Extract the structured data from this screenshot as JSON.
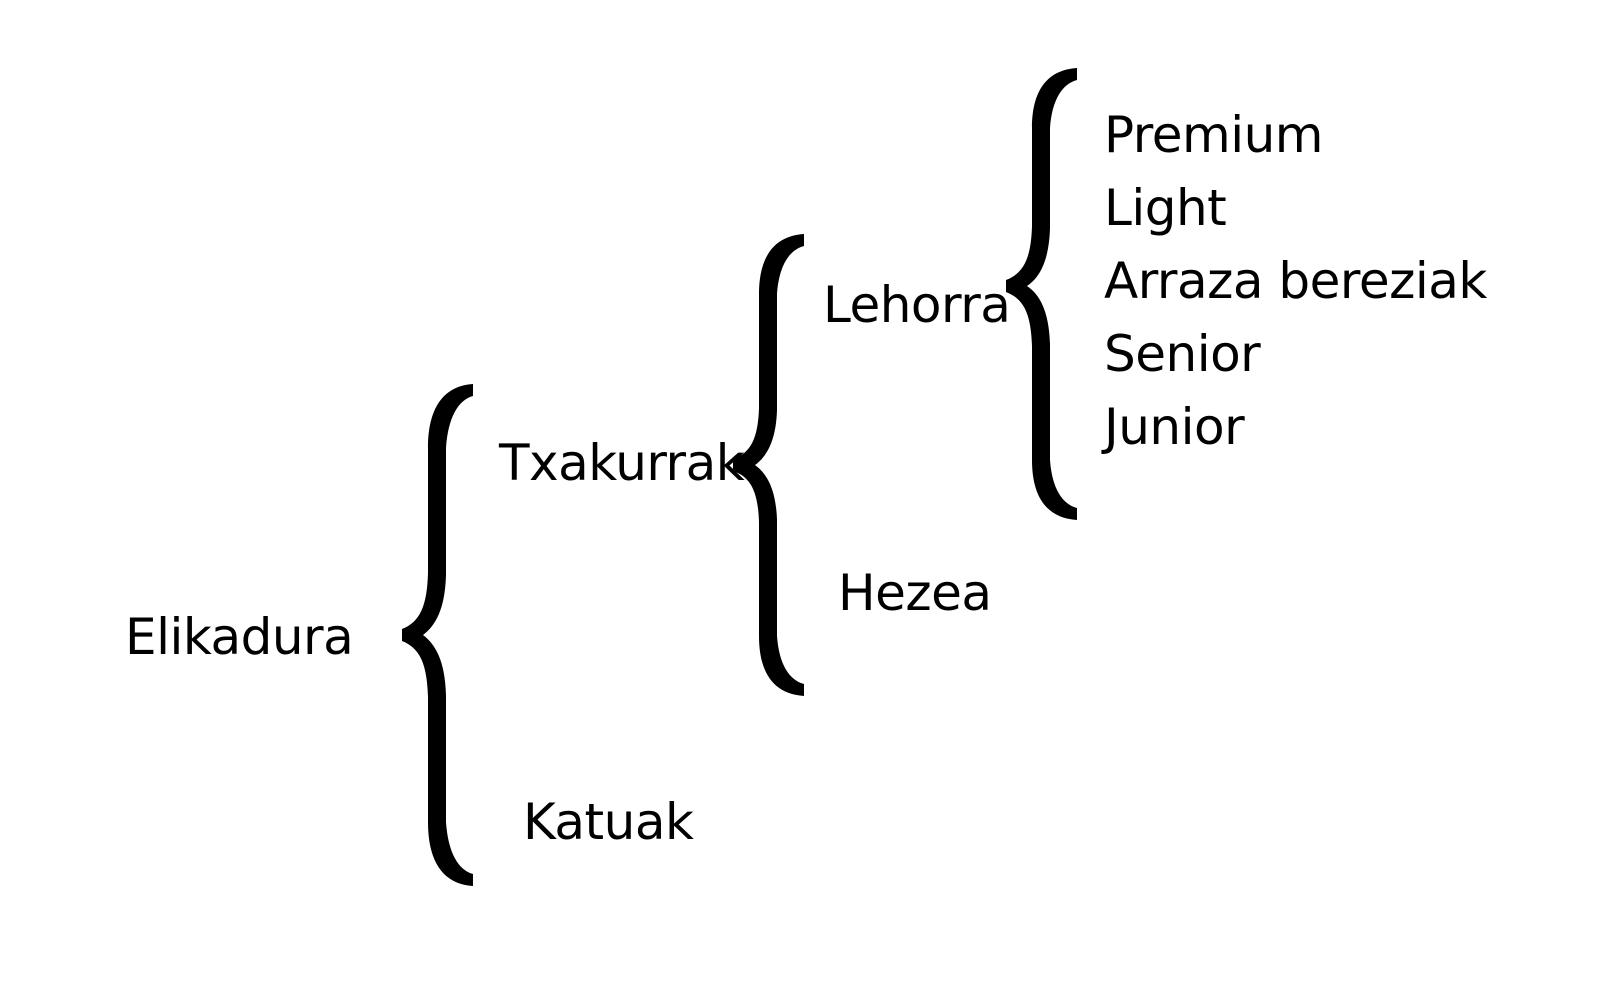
{
  "tree": {
    "root": {
      "label": "Elikadura"
    },
    "level1": [
      {
        "label": "Txakurrak"
      },
      {
        "label": "Katuak"
      }
    ],
    "level2": [
      {
        "label": "Lehorra"
      },
      {
        "label": "Hezea"
      }
    ],
    "level3": [
      {
        "label": "Premium"
      },
      {
        "label": "Light"
      },
      {
        "label": "Arraza bereziak"
      },
      {
        "label": "Senior"
      },
      {
        "label": "Junior"
      }
    ]
  }
}
